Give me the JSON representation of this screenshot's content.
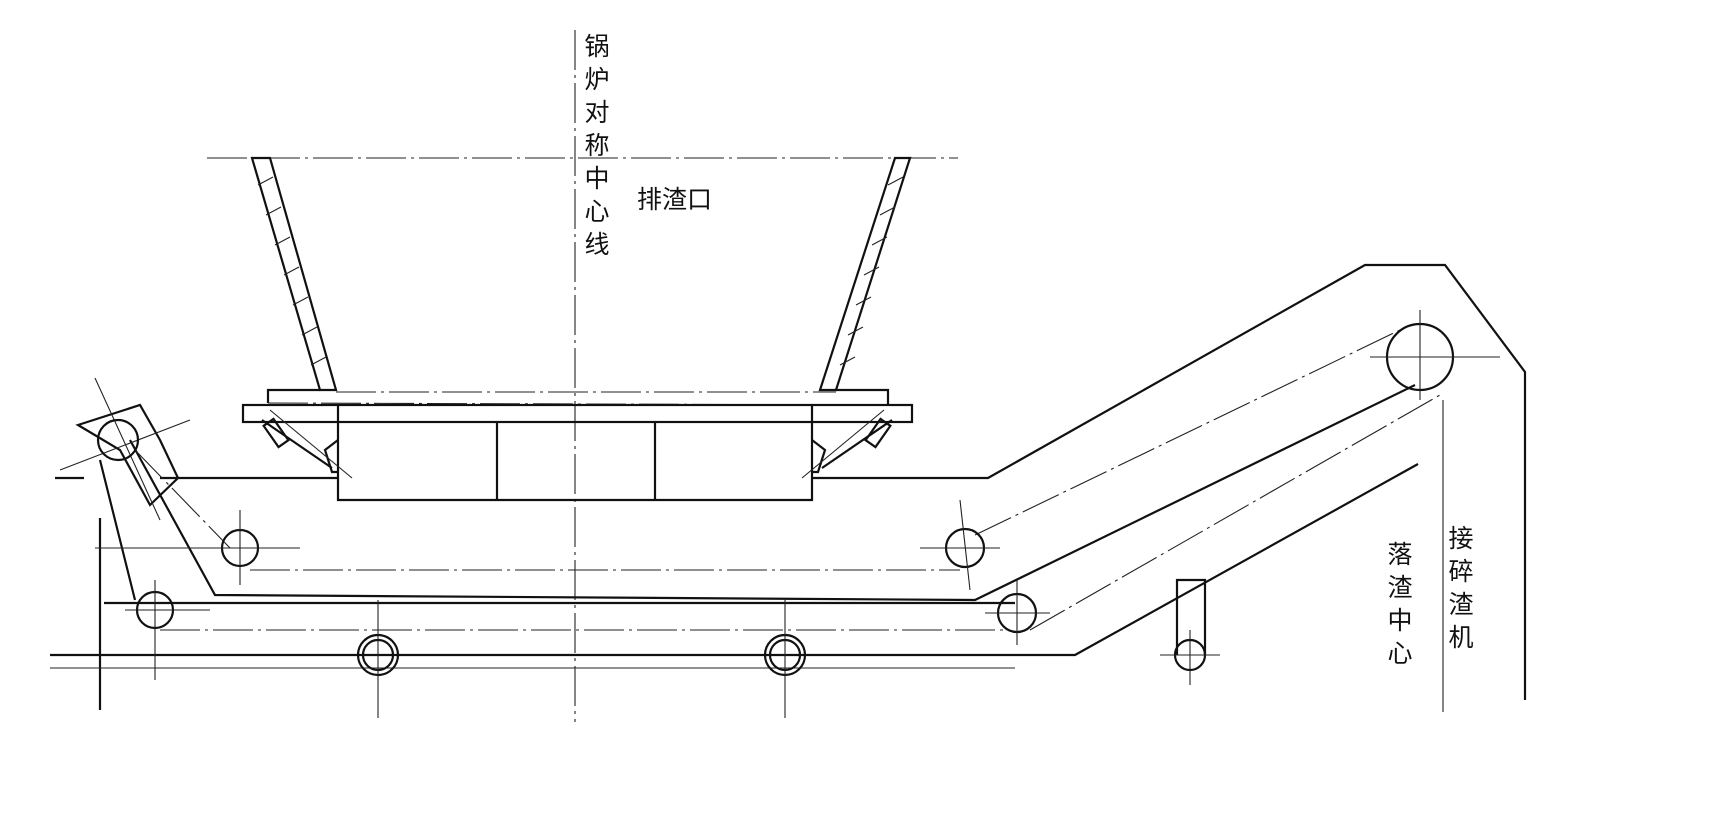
{
  "labels": {
    "boiler_centerline": "锅炉对称中心线",
    "slag_outlet": "排渣口",
    "slag_drop_center": "落渣中心",
    "to_slag_crusher": "接碎渣机"
  }
}
